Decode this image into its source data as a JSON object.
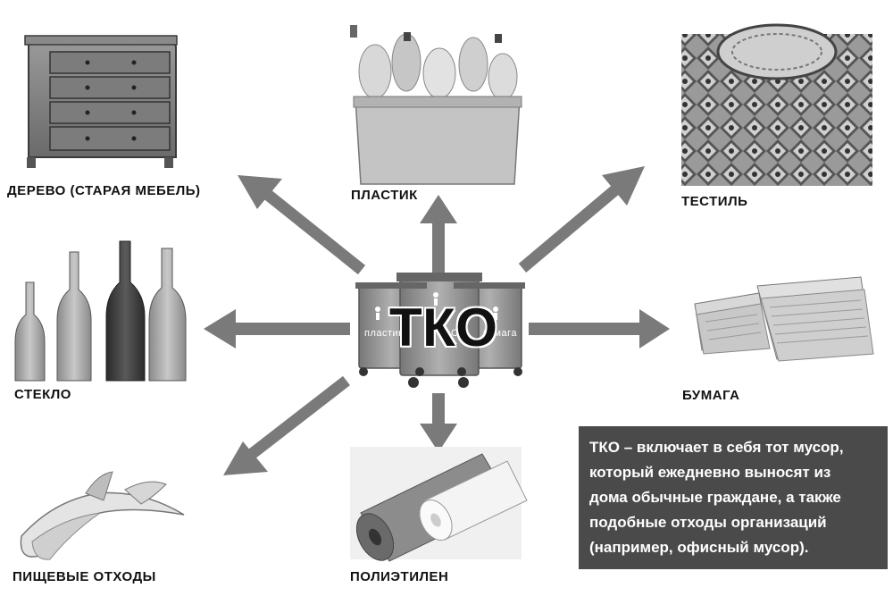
{
  "center": {
    "title": "ТКО",
    "bin_labels": [
      "пластик",
      "СО",
      "бумага"
    ]
  },
  "categories": [
    {
      "id": "wood",
      "label": "ДЕРЕВО (СТАРАЯ МЕБЕЛЬ)",
      "icon": "chest-of-drawers-icon"
    },
    {
      "id": "plastic",
      "label": "ПЛАСТИК",
      "icon": "plastic-bottles-bin-icon"
    },
    {
      "id": "textile",
      "label": "ТЕСТИЛЬ",
      "icon": "textile-fabric-icon"
    },
    {
      "id": "glass",
      "label": "СТЕКЛО",
      "icon": "glass-bottles-icon"
    },
    {
      "id": "paper",
      "label": "БУМАГА",
      "icon": "newspaper-stack-icon"
    },
    {
      "id": "food",
      "label": "ПИЩЕВЫЕ ОТХОДЫ",
      "icon": "banana-peel-icon"
    },
    {
      "id": "polyethylene",
      "label": "ПОЛИЭТИЛЕН",
      "icon": "polyethylene-rolls-icon"
    }
  ],
  "info": {
    "lines": [
      "ТКО – включает в себя тот мусор,",
      "который ежедневно выносят из",
      "дома обычные граждане, а также",
      "подобные отходы организаций",
      "(например, офисный мусор)."
    ]
  },
  "colors": {
    "arrow": "#7a7a7a",
    "info_bg": "#4a4a4a",
    "info_text": "#ffffff"
  }
}
